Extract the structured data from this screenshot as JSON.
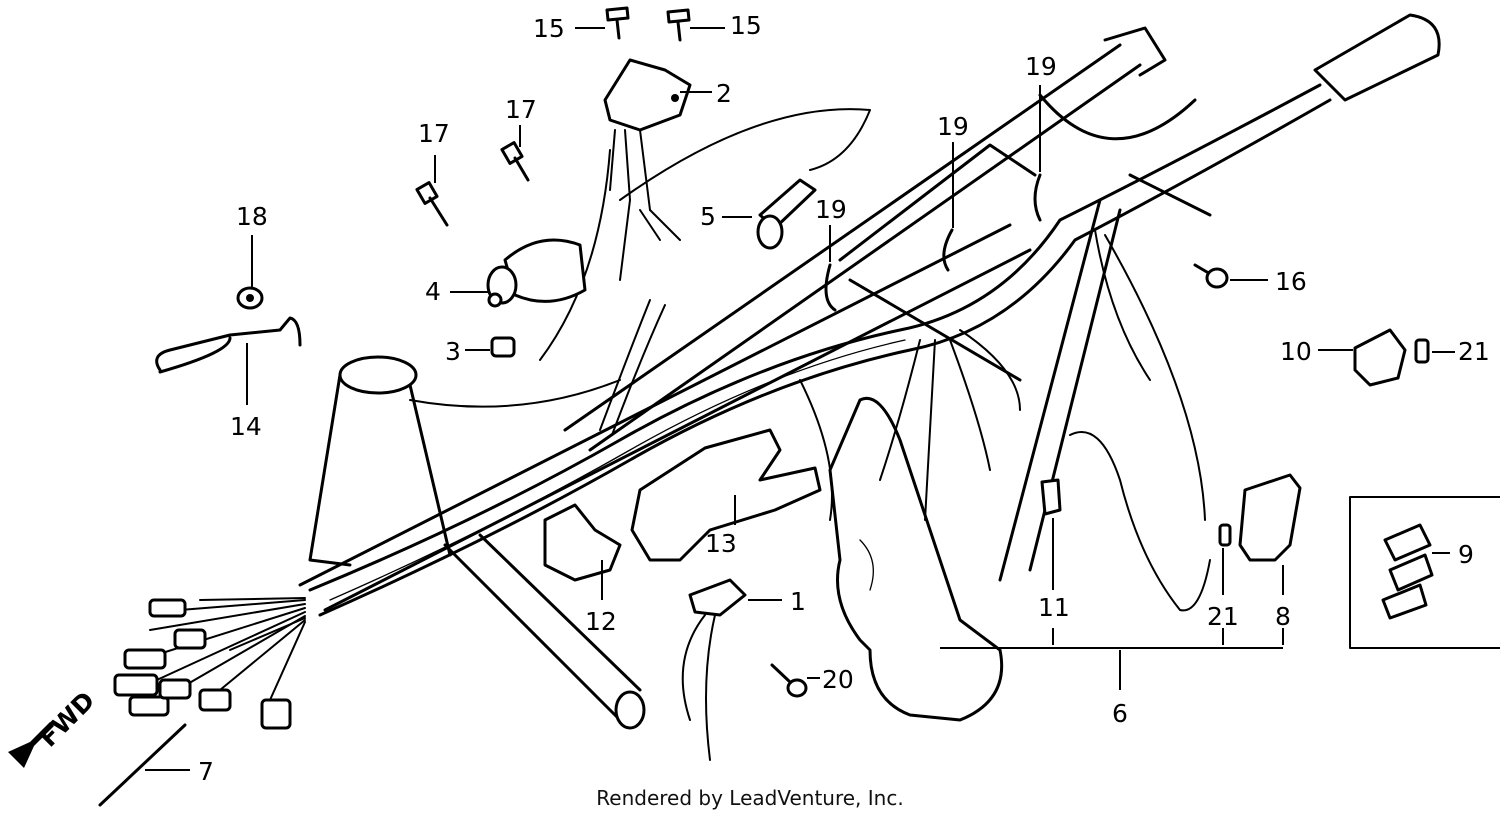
{
  "callouts": {
    "n1": "1",
    "n2": "2",
    "n3": "3",
    "n4": "4",
    "n5": "5",
    "n6": "6",
    "n7": "7",
    "n8": "8",
    "n9": "9",
    "n10": "10",
    "n11": "11",
    "n12": "12",
    "n13": "13",
    "n14": "14",
    "n15": "15",
    "n16": "16",
    "n17": "17",
    "n18": "18",
    "n19": "19",
    "n20": "20",
    "n21": "21"
  },
  "direction_label": "FWD",
  "credit": "Rendered by LeadVenture, Inc."
}
